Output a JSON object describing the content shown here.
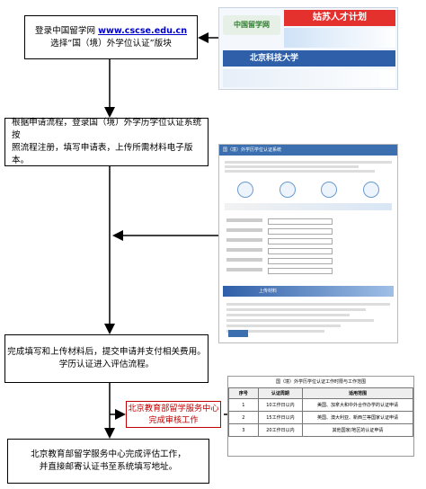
{
  "step1": {
    "line1_prefix": "登录中国留学网 ",
    "link": "www.cscse.edu.cn",
    "line2": "选择“国（境）外学位认证”版块"
  },
  "step2": {
    "text_line1": "根据申请流程，登录国（境）外学历学位认证系统按",
    "text_line2": "照流程注册，填写申请表，上传所需材料电子版本。"
  },
  "step3": {
    "line1": "完成填写和上传材料后，提交申请并支付相关费用。",
    "line2": "学历认证进入评估流程。"
  },
  "review": {
    "line1": "北京教育部留学服务中心",
    "line2": "完成审核工作"
  },
  "step4": {
    "line1": "北京教育部留学服务中心完成评估工作，",
    "line2": "并直接邮寄认证书至系统填写地址。"
  },
  "site_thumb": {
    "banner": "姑苏人才计划",
    "logo_text": "中国留学网",
    "school_banner": "北京科技大学"
  },
  "form_thumb": {
    "header": "国（境）外学历学位认证系统",
    "section_title": "上传材料"
  },
  "table_thumb": {
    "title": "国（境）外学历学位认证工作时限与工作范围",
    "headers": [
      "序号",
      "认证周期",
      "适用范围"
    ],
    "rows": [
      [
        "1",
        "10工作日以内",
        "美国、加拿大和中外合作办学的认证申请"
      ],
      [
        "2",
        "15工作日以内",
        "英国、澳大利亚、新西兰等国家认证申请"
      ],
      [
        "3",
        "20工作日以内",
        "其他国家/地区的认证申请"
      ]
    ]
  },
  "colors": {
    "review_red": "#c00000",
    "link_blue": "#0000cc"
  }
}
